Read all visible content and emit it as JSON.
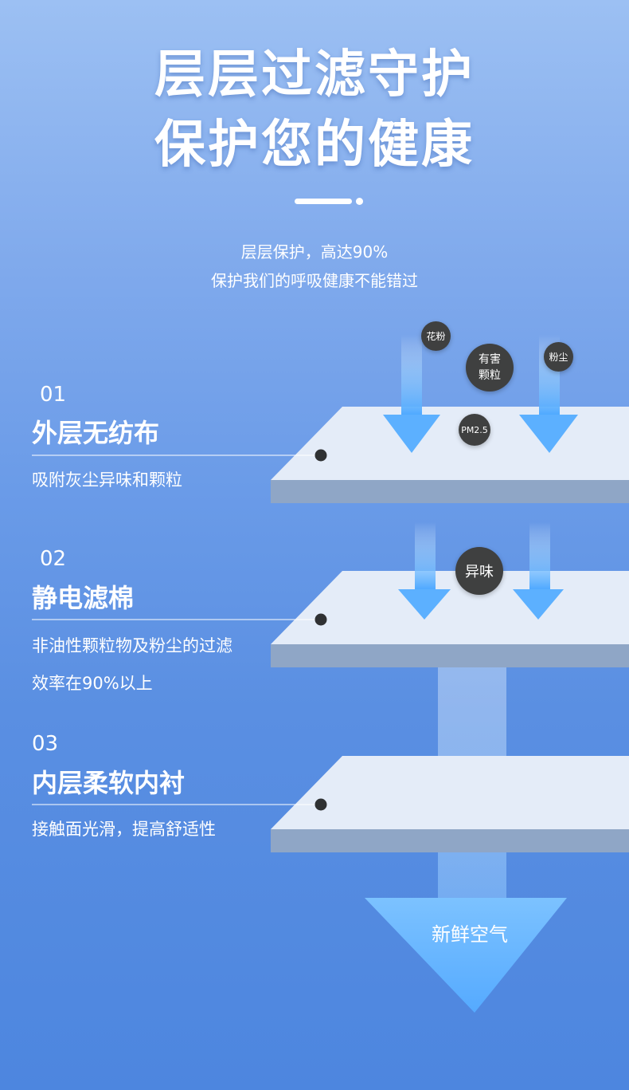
{
  "headline": {
    "line1": "层层过滤守护",
    "line2": "保护您的健康"
  },
  "subtitle": {
    "line1": "层层保护，高达90%",
    "line2": "保护我们的呼吸健康不能错过"
  },
  "layers": [
    {
      "number": "01",
      "title": "外层无纺布",
      "desc_lines": [
        "吸附灰尘异味和颗粒"
      ]
    },
    {
      "number": "02",
      "title": "静电滤棉",
      "desc_lines": [
        "非油性颗粒物及粉尘的过滤",
        "效率在90%以上"
      ]
    },
    {
      "number": "03",
      "title": "内层柔软内衬",
      "desc_lines": [
        "接触面光滑，提高舒适性"
      ]
    }
  ],
  "particles": {
    "pollen": "花粉",
    "harmful_line1": "有害",
    "harmful_line2": "颗粒",
    "dust": "粉尘",
    "pm25": "PM2.5",
    "odor": "异味"
  },
  "output_label": "新鲜空气",
  "colors": {
    "background_top": "#9cc0f3",
    "background_bottom": "#4d86df",
    "layer_top": "#e4ecf8",
    "layer_side": "#8fa6c6",
    "arrow": "#5cb0ff",
    "bubble": "#3f4040",
    "text": "#ffffff"
  }
}
